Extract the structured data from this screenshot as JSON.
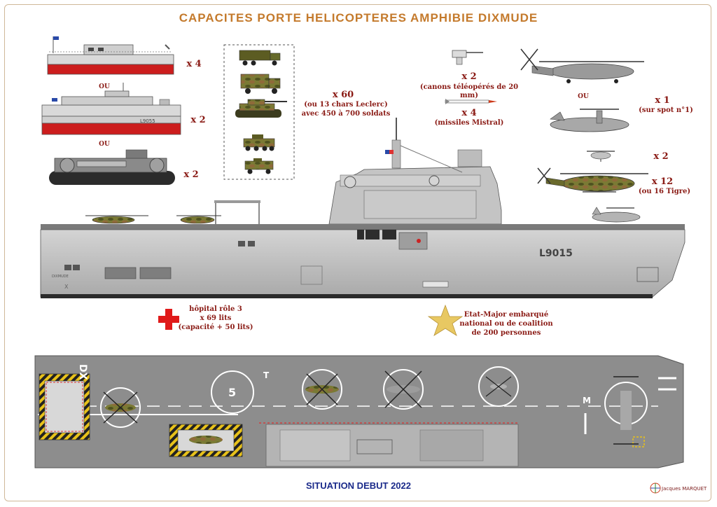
{
  "title": "CAPACITES PORTE HELICOPTERES AMPHIBIE DIXMUDE",
  "landing_craft": {
    "cta_label": "x 4",
    "ou_1": "OU",
    "edar_label": "x 2",
    "edar_hull": "L9055",
    "ou_2": "OU",
    "lcac_label": "x 2"
  },
  "vehicles": {
    "count": "x 60",
    "note_1": "(ou 13 chars Leclerc)",
    "note_2": "avec 450 à 700 soldats"
  },
  "weapons": {
    "guns_count": "x 2",
    "guns_desc": "(canons téléopérés de 20 mm)",
    "missiles_count": "x 4",
    "missiles_desc": "(missiles Mistral)"
  },
  "aircraft": {
    "ou": "OU",
    "spot_count": "x 1",
    "spot_desc": "(sur spot n°1)",
    "drone_count": "x 2",
    "helo_count": "x 12",
    "helo_desc": "(ou 16 Tigre)"
  },
  "ship": {
    "hull_number": "L9015",
    "stern_name": "DIXMUDE",
    "bow_mark": "X"
  },
  "hospital": {
    "line_1": "hôpital rôle 3",
    "line_2": "x 69 lits",
    "line_3": "(capacité + 50 lits)"
  },
  "hq": {
    "line_1": "Etat-Major embarqué",
    "line_2": "national ou de coalition",
    "line_3": "de 200 personnes"
  },
  "deck": {
    "deck_letters": "DX",
    "spot_number": "5",
    "letter_t": "T",
    "letter_m": "M"
  },
  "footer": "SITUATION DEBUT 2022",
  "signature": "Jacques MARQUET",
  "colors": {
    "title": "#c47a2c",
    "label": "#8a1a14",
    "footer": "#1a2a8a",
    "hull_grey": "#b8b8b8",
    "deck_grey": "#8d8d8d",
    "boot_red": "#c81a1a",
    "camo_green": "#6b6b2a"
  }
}
